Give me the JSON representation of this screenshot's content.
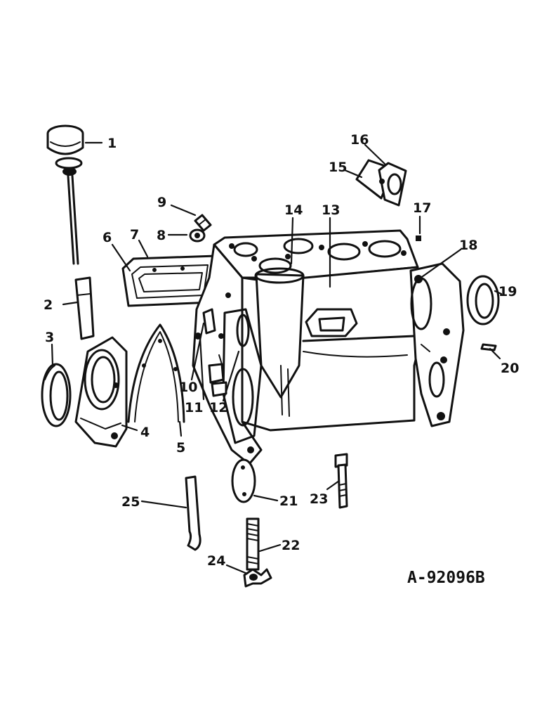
{
  "reference_code": "A-92096B",
  "callouts": [
    "1",
    "2",
    "3",
    "4",
    "5",
    "6",
    "7",
    "8",
    "9",
    "10",
    "11",
    "12",
    "13",
    "14",
    "15",
    "16",
    "17",
    "18",
    "19",
    "20",
    "21",
    "22",
    "23",
    "24",
    "25"
  ]
}
